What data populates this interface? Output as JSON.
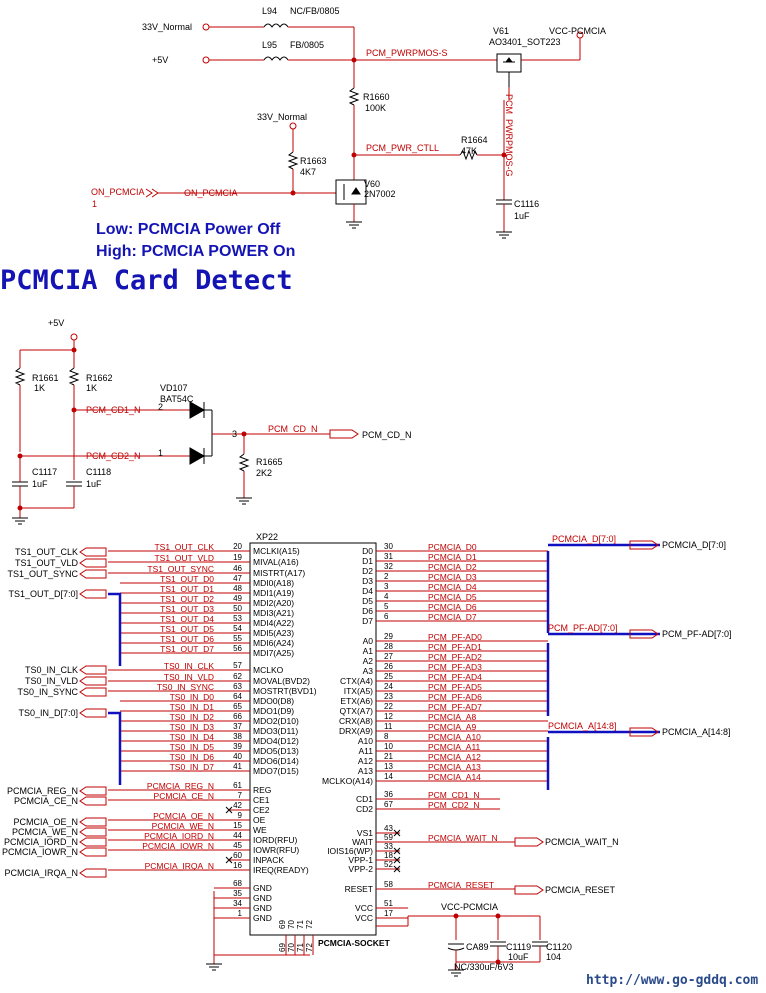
{
  "power_section": {
    "net_33v_top": "33V_Normal",
    "net_5v": "+5V",
    "l94_ref": "L94",
    "l94_value": "NC/FB/0805",
    "l95_ref": "L95",
    "l95_value": "FB/0805",
    "net_pwrpmos_s": "PCM_PWRPMOS-S",
    "v61_ref": "V61",
    "v61_value": "AO3401_SOT223",
    "vcc_pcmcia_top": "VCC-PCMCIA",
    "r1660_ref": "R1660",
    "r1660_value": "100K",
    "net_33v_mid": "33V_Normal",
    "r1663_ref": "R1663",
    "r1663_value": "4K7",
    "net_pwr_ctll": "PCM_PWR_CTLL",
    "r1664_ref": "R1664",
    "r1664_value": "47K",
    "net_pwrpmos_g": "PCM_PWRPMOS-G",
    "on_pcmcia_port": "ON_PCMCIA",
    "on_pcmcia_pin": "1",
    "on_pcmcia_net": "ON_PCMCIA",
    "v60_ref": "V60",
    "v60_value": "2N7002",
    "c1116_ref": "C1116",
    "c1116_value": "1uF"
  },
  "notes": {
    "low": "Low:  PCMCIA Power Off",
    "high": "High:  PCMCIA POWER On"
  },
  "heading": "PCMCIA Card Detect",
  "detect_section": {
    "net_5v": "+5V",
    "r1661_ref": "R1661",
    "r1661_value": "1K",
    "r1662_ref": "R1662",
    "r1662_value": "1K",
    "vd107_ref": "VD107",
    "vd107_value": "BAT54C",
    "net_cd1": "PCM_CD1_N",
    "net_cd2": "PCM_CD2_N",
    "pin2": "2",
    "pin1": "1",
    "pin3": "3",
    "net_cd": "PCM_CD_N",
    "port_cd": "PCM_CD_N",
    "r1665_ref": "R1665",
    "r1665_value": "2K2",
    "c1117_ref": "C1117",
    "c1117_value": "1uF",
    "c1118_ref": "C1118",
    "c1118_value": "1uF"
  },
  "socket": {
    "ref": "XP22",
    "name": "PCMCIA-SOCKET",
    "left_pins": [
      {
        "pin": "20",
        "name": "MCLKI(A15)",
        "net": "TS1_OUT_CLK"
      },
      {
        "pin": "19",
        "name": "MIVAL(A16)",
        "net": "TS1_OUT_VLD"
      },
      {
        "pin": "46",
        "name": "MISTRT(A17)",
        "net": "TS1_OUT_SYNC"
      },
      {
        "pin": "47",
        "name": "MDI0(A18)",
        "net": "TS1_OUT_D0"
      },
      {
        "pin": "48",
        "name": "MDI1(A19)",
        "net": "TS1_OUT_D1"
      },
      {
        "pin": "49",
        "name": "MDI2(A20)",
        "net": "TS1_OUT_D2"
      },
      {
        "pin": "50",
        "name": "MDI3(A21)",
        "net": "TS1_OUT_D3"
      },
      {
        "pin": "53",
        "name": "MDI4(A22)",
        "net": "TS1_OUT_D4"
      },
      {
        "pin": "54",
        "name": "MDI5(A23)",
        "net": "TS1_OUT_D5"
      },
      {
        "pin": "55",
        "name": "MDI6(A24)",
        "net": "TS1_OUT_D6"
      },
      {
        "pin": "56",
        "name": "MDI7(A25)",
        "net": "TS1_OUT_D7"
      },
      {
        "pin": "57",
        "name": "MCLKO",
        "net": "TS0_IN_CLK"
      },
      {
        "pin": "62",
        "name": "MOVAL(BVD2)",
        "net": "TS0_IN_VLD"
      },
      {
        "pin": "63",
        "name": "MOSTRT(BVD1)",
        "net": "TS0_IN_SYNC"
      },
      {
        "pin": "64",
        "name": "MDO0(D8)",
        "net": "TS0_IN_D0"
      },
      {
        "pin": "65",
        "name": "MDO1(D9)",
        "net": "TS0_IN_D1"
      },
      {
        "pin": "66",
        "name": "MDO2(D10)",
        "net": "TS0_IN_D2"
      },
      {
        "pin": "37",
        "name": "MDO3(D11)",
        "net": "TS0_IN_D3"
      },
      {
        "pin": "38",
        "name": "MDO4(D12)",
        "net": "TS0_IN_D4"
      },
      {
        "pin": "39",
        "name": "MDO5(D13)",
        "net": "TS0_IN_D5"
      },
      {
        "pin": "40",
        "name": "MDO6(D14)",
        "net": "TS0_IN_D6"
      },
      {
        "pin": "41",
        "name": "MDO7(D15)",
        "net": "TS0_IN_D7"
      },
      {
        "pin": "61",
        "name": "REG",
        "net": "PCMCIA_REG_N"
      },
      {
        "pin": "7",
        "name": "CE1",
        "net": "PCMCIA_CE_N"
      },
      {
        "pin": "42",
        "name": "CE2",
        "net": ""
      },
      {
        "pin": "9",
        "name": "OE",
        "net": "PCMCIA_OE_N"
      },
      {
        "pin": "15",
        "name": "WE",
        "net": "PCMCIA_WE_N"
      },
      {
        "pin": "44",
        "name": "IORD(RFU)",
        "net": "PCMCIA_IORD_N"
      },
      {
        "pin": "45",
        "name": "IOWR(RFU)",
        "net": "PCMCIA_IOWR_N"
      },
      {
        "pin": "60",
        "name": "INPACK",
        "net": ""
      },
      {
        "pin": "16",
        "name": "IREQ(READY)",
        "net": "PCMCIA_IRQA_N"
      },
      {
        "pin": "68",
        "name": "GND",
        "net": ""
      },
      {
        "pin": "35",
        "name": "GND",
        "net": ""
      },
      {
        "pin": "34",
        "name": "GND",
        "net": ""
      },
      {
        "pin": "1",
        "name": "GND",
        "net": ""
      }
    ],
    "right_pins": [
      {
        "pin": "30",
        "name": "D0",
        "net": "PCMCIA_D0"
      },
      {
        "pin": "31",
        "name": "D1",
        "net": "PCMCIA_D1"
      },
      {
        "pin": "32",
        "name": "D2",
        "net": "PCMCIA_D2"
      },
      {
        "pin": "2",
        "name": "D3",
        "net": "PCMCIA_D3"
      },
      {
        "pin": "3",
        "name": "D4",
        "net": "PCMCIA_D4"
      },
      {
        "pin": "4",
        "name": "D5",
        "net": "PCMCIA_D5"
      },
      {
        "pin": "5",
        "name": "D6",
        "net": "PCMCIA_D6"
      },
      {
        "pin": "6",
        "name": "D7",
        "net": "PCMCIA_D7"
      },
      {
        "pin": "29",
        "name": "A0",
        "net": "PCM_PF-AD0"
      },
      {
        "pin": "28",
        "name": "A1",
        "net": "PCM_PF-AD1"
      },
      {
        "pin": "27",
        "name": "A2",
        "net": "PCM_PF-AD2"
      },
      {
        "pin": "26",
        "name": "A3",
        "net": "PCM_PF-AD3"
      },
      {
        "pin": "25",
        "name": "CTX(A4)",
        "net": "PCM_PF-AD4"
      },
      {
        "pin": "24",
        "name": "ITX(A5)",
        "net": "PCM_PF-AD5"
      },
      {
        "pin": "23",
        "name": "ETX(A6)",
        "net": "PCM_PF-AD6"
      },
      {
        "pin": "22",
        "name": "QTX(A7)",
        "net": "PCM_PF-AD7"
      },
      {
        "pin": "12",
        "name": "CRX(A8)",
        "net": "PCMCIA_A8"
      },
      {
        "pin": "11",
        "name": "DRX(A9)",
        "net": "PCMCIA_A9"
      },
      {
        "pin": "8",
        "name": "A10",
        "net": "PCMCIA_A10"
      },
      {
        "pin": "10",
        "name": "A11",
        "net": "PCMCIA_A11"
      },
      {
        "pin": "21",
        "name": "A12",
        "net": "PCMCIA_A12"
      },
      {
        "pin": "13",
        "name": "A13",
        "net": "PCMCIA_A13"
      },
      {
        "pin": "14",
        "name": "MCLKO(A14)",
        "net": "PCMCIA_A14"
      },
      {
        "pin": "36",
        "name": "CD1",
        "net": "PCM_CD1_N"
      },
      {
        "pin": "67",
        "name": "CD2",
        "net": "PCM_CD2_N"
      },
      {
        "pin": "43",
        "name": "VS1",
        "net": ""
      },
      {
        "pin": "59",
        "name": "WAIT",
        "net": "PCMCIA_WAIT_N"
      },
      {
        "pin": "33",
        "name": "IOIS16(WP)",
        "net": ""
      },
      {
        "pin": "18",
        "name": "VPP-1",
        "net": ""
      },
      {
        "pin": "52",
        "name": "VPP-2",
        "net": ""
      },
      {
        "pin": "58",
        "name": "RESET",
        "net": "PCMCIA_RESET"
      },
      {
        "pin": "51",
        "name": "VCC",
        "net": ""
      },
      {
        "pin": "17",
        "name": "VCC",
        "net": ""
      }
    ],
    "bottom_pins": [
      "69",
      "70",
      "71",
      "72"
    ]
  },
  "left_ports": {
    "ts1_clk": "TS1_OUT_CLK",
    "ts1_vld": "TS1_OUT_VLD",
    "ts1_sync": "TS1_OUT_SYNC",
    "ts1_bus": "TS1_OUT_D[7:0]",
    "ts0_clk": "TS0_IN_CLK",
    "ts0_vld": "TS0_IN_VLD",
    "ts0_sync": "TS0_IN_SYNC",
    "ts0_bus": "TS0_IN_D[7:0]",
    "reg": "PCMCIA_REG_N",
    "ce": "PCMCIA_CE_N",
    "oe": "PCMCIA_OE_N",
    "we": "PCMCIA_WE_N",
    "iord": "PCMCIA_IORD_N",
    "iowr": "PCMCIA_IOWR_N",
    "irqa": "PCMCIA_IRQA_N"
  },
  "right_ports": {
    "bus_d_label": "PCMCIA_D[7:0]",
    "bus_d_port": "PCMCIA_D[7:0]",
    "bus_ad_label": "PCM_PF-AD[7:0]",
    "bus_ad_port": "PCM_PF-AD[7:0]",
    "bus_a_label": "PCMCIA_A[14:8]",
    "bus_a_port": "PCMCIA_A[14:8]",
    "wait_port": "PCMCIA_WAIT_N",
    "reset_port": "PCMCIA_RESET"
  },
  "vcc_section": {
    "vcc_label": "VCC-PCMCIA",
    "ca89_ref": "CA89",
    "ca89_value": "NC/330uF/6V3",
    "c1119_ref": "C1119",
    "c1119_value": "10uF",
    "c1120_ref": "C1120",
    "c1120_value": "104"
  },
  "watermark": "http://www.go-gddq.com",
  "colors": {
    "wire": "#c00000",
    "bus": "#1010c0",
    "text_blue": "#1414b4",
    "part": "#000000"
  }
}
